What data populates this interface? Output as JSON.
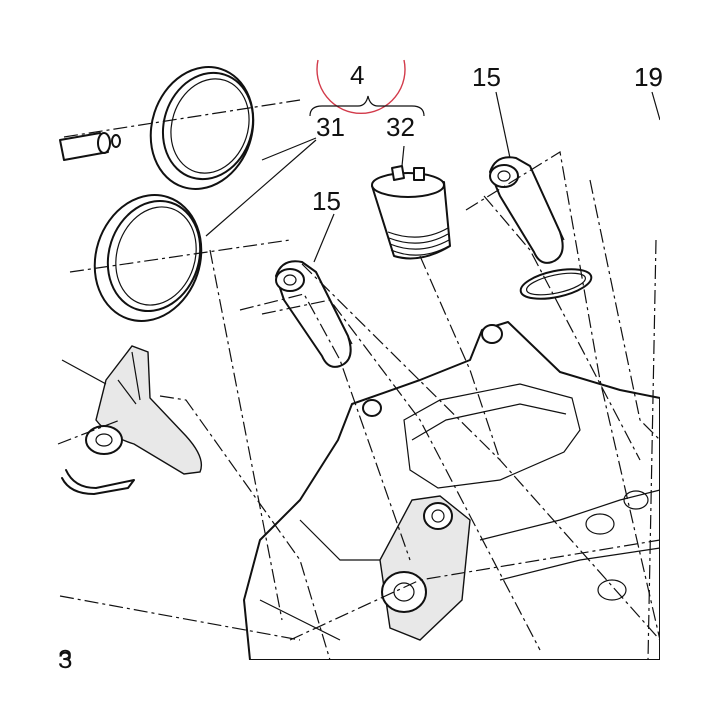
{
  "callouts": {
    "assembly": "4",
    "seal_ring": "31",
    "tappet": "32",
    "arm_left": "15",
    "arm_right": "15",
    "edge_right": "19",
    "edge_left": "3"
  },
  "colors": {
    "line": "#111111",
    "background": "#ffffff",
    "highlight_circle": "#d23a4a"
  }
}
